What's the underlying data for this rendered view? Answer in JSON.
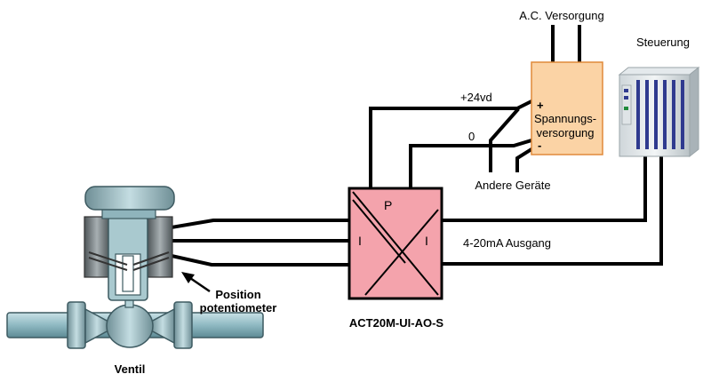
{
  "labels": {
    "ac_supply": "A.C. Versorgung",
    "controller": "Steuerung",
    "plus24": "+24vd",
    "zero": "0",
    "psu_plus": "+",
    "psu_line1": "Spannungs-",
    "psu_line2": "versorgung",
    "psu_minus": "-",
    "other_devices": "Andere Geräte",
    "output": "4-20mA Ausgang",
    "isolator_p": "P",
    "isolator_i_left": "I",
    "isolator_i_right": "I",
    "isolator_name": "ACT20M-UI-AO-S",
    "pos_line1": "Position",
    "pos_line2": "potentiometer",
    "valve": "Ventil"
  },
  "colors": {
    "isolator_fill": "#f4a3ac",
    "psu_fill": "#fbd3a5",
    "psu_stroke": "#e08a3a",
    "valve_fill": "#9fc7cf",
    "valve_dark": "#5a6a70",
    "wire": "#000000"
  }
}
